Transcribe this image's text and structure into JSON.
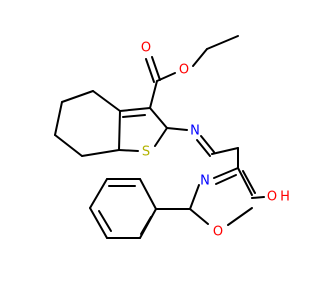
{
  "molecule": {
    "colors": {
      "bond": "#000000",
      "oxygen": "#ff0000",
      "nitrogen": "#0000ff",
      "sulfur": "#b2b200",
      "carbon": "#000000"
    },
    "atom_labels": {
      "carbonyl_o": "O",
      "ester_o": "O",
      "imine_n": "N",
      "thiophene_s": "S",
      "oxazole_n": "N",
      "hydroxy_o": "O",
      "hydroxy_h": "H",
      "oxazole_o": "O"
    }
  }
}
